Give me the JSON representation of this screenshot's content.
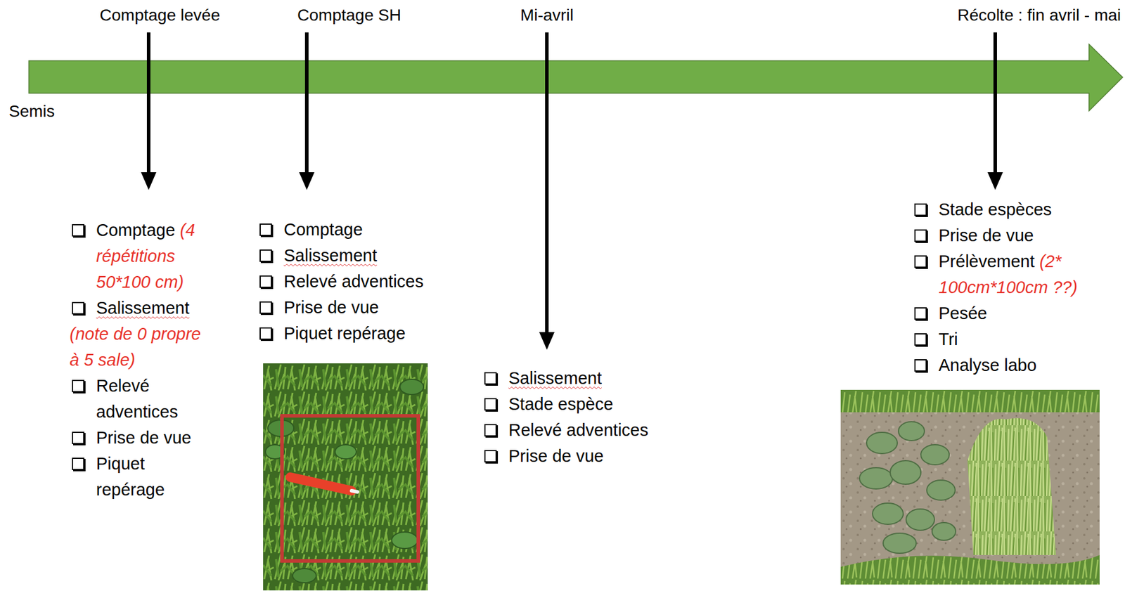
{
  "diagram": {
    "labels": [
      "Comptage levée",
      "Comptage SH",
      "Mi-avril",
      "Récolte : fin avril - mai",
      "Semis",
      "Comptage",
      "(4 répétitions 50*100 cm)",
      "Salissement",
      "(note de 0 propre à 5 sale)",
      "Relevé adventices",
      "Prise de vue",
      "Piquet repérage",
      "Comptage",
      "Salissement",
      "Relevé adventices",
      "Prise de vue",
      "Piquet repérage",
      "Salissement",
      "Stade espèce",
      "Relevé adventices",
      "Prise de vue",
      "Stade espèces",
      "Prise de vue",
      "Prélèvement",
      "(2* 100cm*100cm ??)",
      "Pesée",
      "Tri",
      "Analyse labo"
    ]
  }
}
